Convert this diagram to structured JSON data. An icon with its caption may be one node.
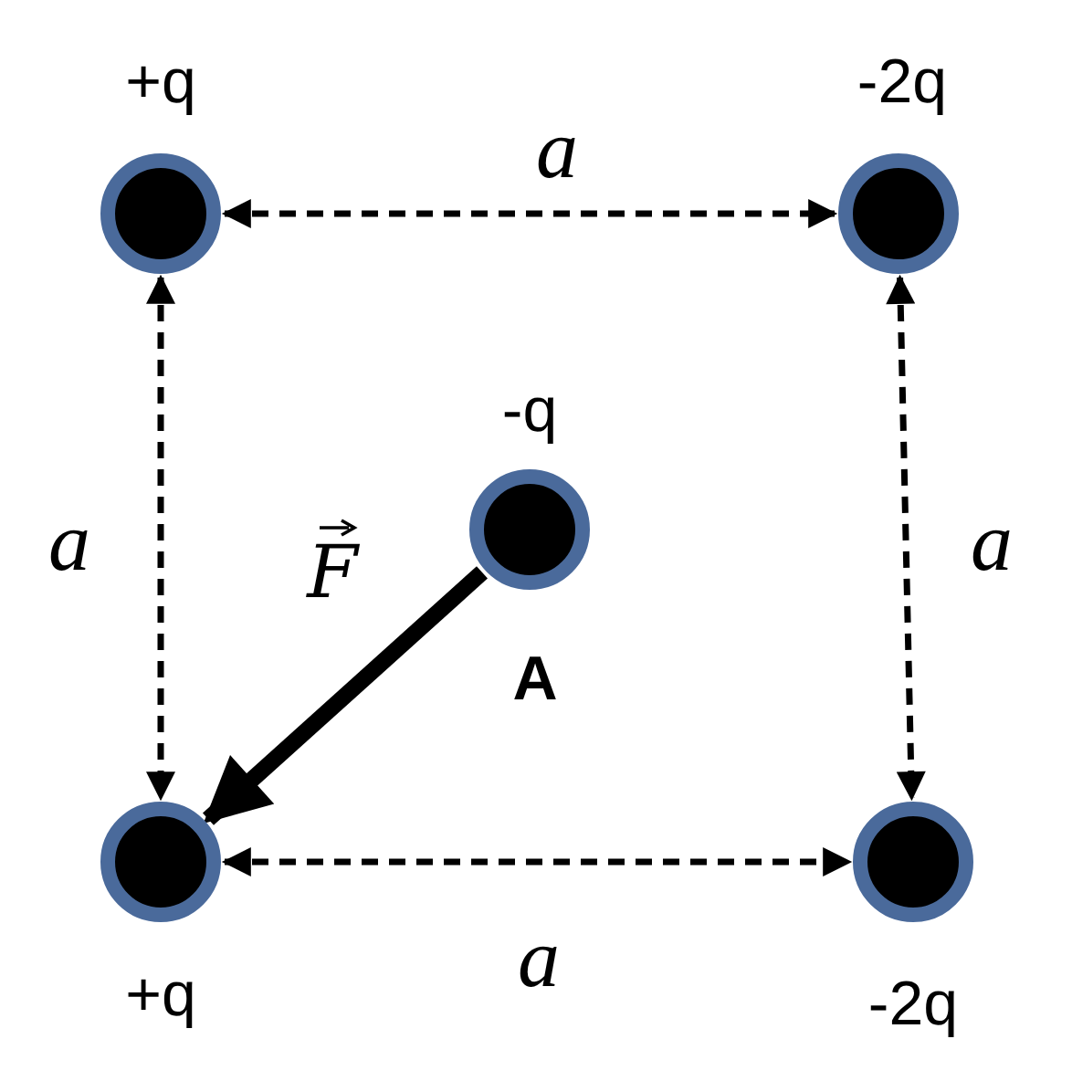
{
  "diagram": {
    "nodes": [
      {
        "text": [
          "+q"
        ]
      },
      {
        "text": [
          "-2q"
        ]
      },
      {
        "text": [
          "-q",
          "A"
        ]
      },
      {
        "text": [
          "+q"
        ]
      },
      {
        "text": [
          "-2q"
        ]
      }
    ],
    "edges": [
      {
        "from": 0,
        "to": 1,
        "arrow": "both",
        "style": "dashed",
        "label": "a"
      },
      {
        "from": 0,
        "to": 3,
        "arrow": "both",
        "style": "dashed",
        "label": "a"
      },
      {
        "from": 1,
        "to": 4,
        "arrow": "both",
        "style": "dashed",
        "label": "a"
      },
      {
        "from": 2,
        "to": 3,
        "arrow": "to",
        "style": "thick",
        "label": "F"
      },
      {
        "from": 3,
        "to": 4,
        "arrow": "both",
        "style": "dashed",
        "label": "a"
      }
    ]
  }
}
